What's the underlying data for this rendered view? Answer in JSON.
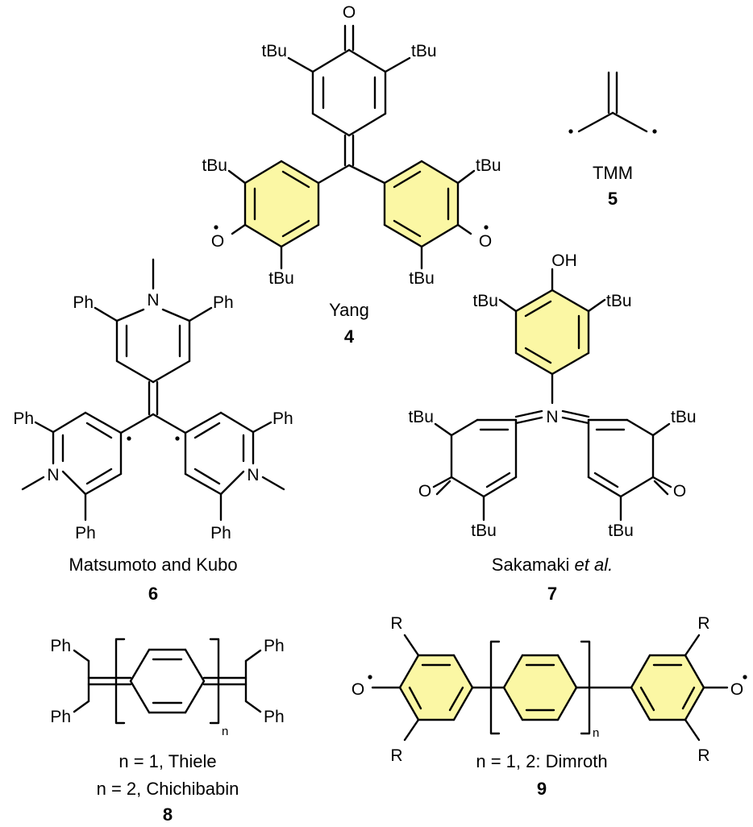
{
  "colors": {
    "aromatic_highlight": "#fbf7a4",
    "ink": "#000000",
    "background": "#ffffff"
  },
  "substituents": {
    "tbu": "tBu",
    "ph": "Ph",
    "r": "R",
    "o": "O",
    "n": "N",
    "oh": "OH",
    "n_sub": "n"
  },
  "compound_4": {
    "name": "Yang",
    "number": "4"
  },
  "compound_5": {
    "name": "TMM",
    "number": "5"
  },
  "compound_6": {
    "name": "Matsumoto and Kubo",
    "number": "6"
  },
  "compound_7": {
    "name_plain": "Sakamaki ",
    "name_italic": "et al.",
    "number": "7"
  },
  "compound_8": {
    "line1": "n = 1, Thiele",
    "line2": "n = 2, Chichibabin",
    "number": "8"
  },
  "compound_9": {
    "line1": "n = 1, 2: Dimroth",
    "number": "9"
  }
}
